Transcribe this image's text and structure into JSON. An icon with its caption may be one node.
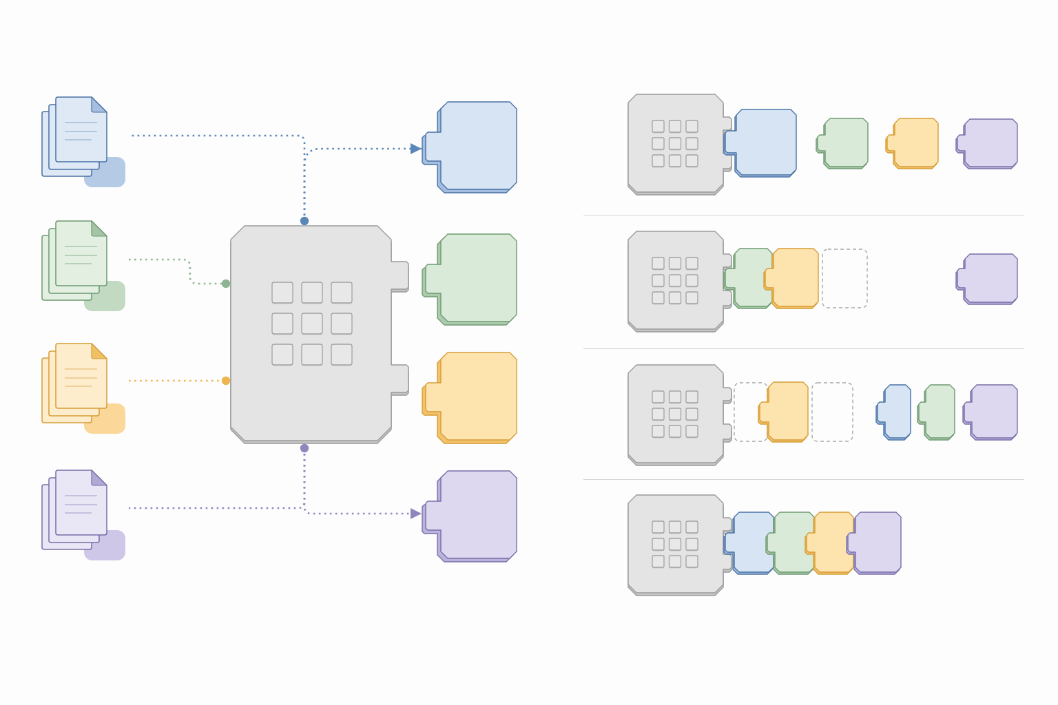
{
  "diagram": {
    "nodes": [
      {
        "text": [],
        "shape": "document"
      },
      {
        "text": [],
        "shape": "document"
      },
      {
        "text": [],
        "shape": "document"
      },
      {
        "text": [],
        "shape": "document"
      },
      {
        "text": [],
        "shape": "box"
      },
      {
        "text": [],
        "shape": "box"
      },
      {
        "text": [],
        "shape": "box"
      },
      {
        "text": [],
        "shape": "box"
      },
      {
        "text": [],
        "shape": "box"
      },
      {
        "text": [],
        "shape": "box"
      },
      {
        "text": [],
        "shape": "box"
      },
      {
        "text": [],
        "shape": "box"
      },
      {
        "text": [],
        "shape": "box"
      },
      {
        "text": [],
        "shape": "box"
      },
      {
        "text": [],
        "shape": "box"
      },
      {
        "text": [],
        "shape": "box"
      },
      {
        "text": [],
        "shape": "box"
      },
      {
        "text": [],
        "shape": "box"
      },
      {
        "text": [],
        "shape": "box"
      },
      {
        "text": [],
        "shape": "box"
      },
      {
        "text": [],
        "shape": "box"
      },
      {
        "text": [],
        "shape": "box"
      },
      {
        "text": [],
        "shape": "box"
      },
      {
        "text": [],
        "shape": "box"
      },
      {
        "text": [],
        "shape": "box"
      },
      {
        "text": [],
        "shape": "box"
      },
      {
        "text": [],
        "shape": "box"
      },
      {
        "text": [],
        "shape": "box"
      },
      {
        "text": [],
        "shape": "box"
      },
      {
        "text": [],
        "shape": "box"
      },
      {
        "text": [],
        "shape": "box"
      }
    ],
    "edges": [
      {
        "from": 0,
        "to": 4,
        "arrow": "other",
        "color": "#5a86b8"
      },
      {
        "from": 1,
        "to": 4,
        "arrow": "other",
        "color": "#8db592"
      },
      {
        "from": 2,
        "to": 4,
        "arrow": "other",
        "color": "#efb64e"
      },
      {
        "from": 3,
        "to": 4,
        "arrow": "other",
        "color": "#8f86bd"
      },
      {
        "from": 4,
        "to": 5,
        "arrow": "to",
        "color": "#5a86b8"
      },
      {
        "from": 4,
        "to": 8,
        "arrow": "to",
        "color": "#8f86bd"
      }
    ]
  }
}
